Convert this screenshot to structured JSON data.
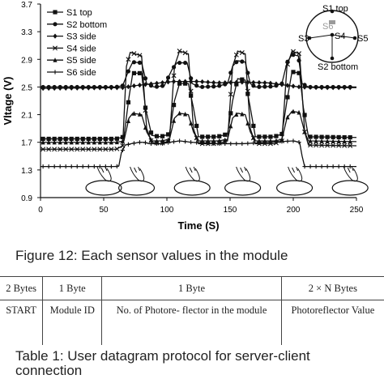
{
  "chart_data": {
    "type": "line",
    "xlabel": "Time (S)",
    "ylabel": "Vltage (V)",
    "xlim": [
      0,
      250
    ],
    "ylim": [
      0.9,
      3.7
    ],
    "xticks": [
      "0",
      "50",
      "100",
      "150",
      "200",
      "250"
    ],
    "yticks": [
      "0.9",
      "1.3",
      "1.7",
      "2.1",
      "2.5",
      "2.9",
      "3.3",
      "3.7"
    ],
    "legend_position": "top-left",
    "grid": false,
    "series": [
      {
        "name": "S1 top",
        "marker": "square",
        "points": [
          [
            0,
            1.75
          ],
          [
            60,
            1.75
          ],
          [
            66,
            1.78
          ],
          [
            70,
            2.35
          ],
          [
            73,
            2.7
          ],
          [
            80,
            2.7
          ],
          [
            83,
            2.2
          ],
          [
            88,
            1.8
          ],
          [
            95,
            1.78
          ],
          [
            102,
            1.82
          ],
          [
            106,
            2.3
          ],
          [
            110,
            2.55
          ],
          [
            117,
            2.55
          ],
          [
            121,
            2.2
          ],
          [
            125,
            1.78
          ],
          [
            140,
            1.78
          ],
          [
            148,
            1.82
          ],
          [
            152,
            2.3
          ],
          [
            156,
            2.62
          ],
          [
            162,
            2.6
          ],
          [
            166,
            2.2
          ],
          [
            170,
            1.78
          ],
          [
            185,
            1.78
          ],
          [
            191,
            1.82
          ],
          [
            195,
            2.3
          ],
          [
            199,
            2.72
          ],
          [
            205,
            2.7
          ],
          [
            208,
            2.2
          ],
          [
            212,
            1.78
          ],
          [
            250,
            1.77
          ]
        ]
      },
      {
        "name": "S2 bottom",
        "marker": "circle",
        "points": [
          [
            0,
            2.5
          ],
          [
            60,
            2.5
          ],
          [
            65,
            2.52
          ],
          [
            70,
            2.75
          ],
          [
            73,
            2.86
          ],
          [
            80,
            2.85
          ],
          [
            84,
            2.55
          ],
          [
            90,
            2.5
          ],
          [
            98,
            2.52
          ],
          [
            104,
            2.75
          ],
          [
            108,
            2.85
          ],
          [
            116,
            2.85
          ],
          [
            120,
            2.55
          ],
          [
            126,
            2.5
          ],
          [
            140,
            2.51
          ],
          [
            148,
            2.55
          ],
          [
            152,
            2.8
          ],
          [
            156,
            2.88
          ],
          [
            162,
            2.86
          ],
          [
            166,
            2.55
          ],
          [
            170,
            2.5
          ],
          [
            185,
            2.51
          ],
          [
            191,
            2.55
          ],
          [
            195,
            2.85
          ],
          [
            199,
            2.97
          ],
          [
            204,
            2.95
          ],
          [
            207,
            2.55
          ],
          [
            212,
            2.5
          ],
          [
            250,
            2.5
          ]
        ]
      },
      {
        "name": "S3 side",
        "marker": "diamond",
        "points": [
          [
            0,
            2.48
          ],
          [
            65,
            2.49
          ],
          [
            75,
            2.52
          ],
          [
            90,
            2.55
          ],
          [
            105,
            2.58
          ],
          [
            125,
            2.58
          ],
          [
            140,
            2.56
          ],
          [
            160,
            2.57
          ],
          [
            180,
            2.56
          ],
          [
            205,
            2.5
          ],
          [
            220,
            2.49
          ],
          [
            250,
            2.49
          ]
        ]
      },
      {
        "name": "S4 side",
        "marker": "x",
        "points": [
          [
            0,
            1.6
          ],
          [
            60,
            1.6
          ],
          [
            65,
            1.65
          ],
          [
            68,
            2.8
          ],
          [
            71,
            3.0
          ],
          [
            80,
            2.95
          ],
          [
            84,
            1.9
          ],
          [
            88,
            1.7
          ],
          [
            95,
            1.68
          ],
          [
            102,
            1.72
          ],
          [
            106,
            2.8
          ],
          [
            110,
            3.02
          ],
          [
            117,
            2.98
          ],
          [
            121,
            1.9
          ],
          [
            125,
            1.68
          ],
          [
            140,
            1.68
          ],
          [
            148,
            1.72
          ],
          [
            152,
            2.8
          ],
          [
            156,
            3.02
          ],
          [
            162,
            2.98
          ],
          [
            166,
            1.9
          ],
          [
            170,
            1.68
          ],
          [
            185,
            1.68
          ],
          [
            191,
            1.72
          ],
          [
            195,
            2.8
          ],
          [
            199,
            3.02
          ],
          [
            205,
            2.98
          ],
          [
            209,
            1.85
          ],
          [
            212,
            1.66
          ],
          [
            250,
            1.65
          ]
        ]
      },
      {
        "name": "S5 side",
        "marker": "triangle",
        "points": [
          [
            0,
            1.7
          ],
          [
            60,
            1.7
          ],
          [
            66,
            1.72
          ],
          [
            70,
            2.05
          ],
          [
            73,
            2.12
          ],
          [
            80,
            2.1
          ],
          [
            84,
            1.85
          ],
          [
            88,
            1.72
          ],
          [
            95,
            1.72
          ],
          [
            102,
            1.74
          ],
          [
            106,
            2.05
          ],
          [
            110,
            2.12
          ],
          [
            117,
            2.1
          ],
          [
            121,
            1.85
          ],
          [
            125,
            1.72
          ],
          [
            140,
            1.72
          ],
          [
            148,
            1.74
          ],
          [
            152,
            2.05
          ],
          [
            156,
            2.12
          ],
          [
            162,
            2.1
          ],
          [
            166,
            1.85
          ],
          [
            170,
            1.72
          ],
          [
            185,
            1.72
          ],
          [
            191,
            1.74
          ],
          [
            195,
            2.05
          ],
          [
            199,
            2.15
          ],
          [
            205,
            2.13
          ],
          [
            209,
            1.85
          ],
          [
            212,
            1.72
          ],
          [
            250,
            1.71
          ]
        ]
      },
      {
        "name": "S6 side",
        "marker": "plus",
        "points": [
          [
            0,
            1.35
          ],
          [
            60,
            1.35
          ],
          [
            62,
            1.36
          ],
          [
            64,
            1.55
          ],
          [
            67,
            1.66
          ],
          [
            72,
            1.68
          ],
          [
            78,
            1.7
          ],
          [
            82,
            1.7
          ],
          [
            86,
            1.68
          ],
          [
            96,
            1.68
          ],
          [
            102,
            1.7
          ],
          [
            110,
            1.72
          ],
          [
            120,
            1.7
          ],
          [
            140,
            1.68
          ],
          [
            160,
            1.68
          ],
          [
            180,
            1.7
          ],
          [
            200,
            1.72
          ],
          [
            205,
            1.7
          ],
          [
            207,
            1.5
          ],
          [
            209,
            1.35
          ],
          [
            250,
            1.35
          ]
        ]
      }
    ],
    "inset": {
      "labels": [
        "S1 top",
        "S2 bottom",
        "S3",
        "S4",
        "S5",
        "S6"
      ]
    },
    "icons": [
      "hand-press-icon",
      "hand-press-icon",
      "hand-press-icon",
      "hand-press-icon",
      "hand-press-icon",
      "hand-press-icon"
    ]
  },
  "figure_caption": "Figure 12: Each sensor values in the module",
  "table": {
    "headers": [
      "2 Bytes",
      "1 Byte",
      "1 Byte",
      "2 × N Bytes"
    ],
    "cells": [
      "START",
      "Module ID",
      "No. of Photore- flector in the module",
      "Photoreflector Value"
    ]
  },
  "table_caption": "Table 1: User datagram protocol for server-client connection"
}
